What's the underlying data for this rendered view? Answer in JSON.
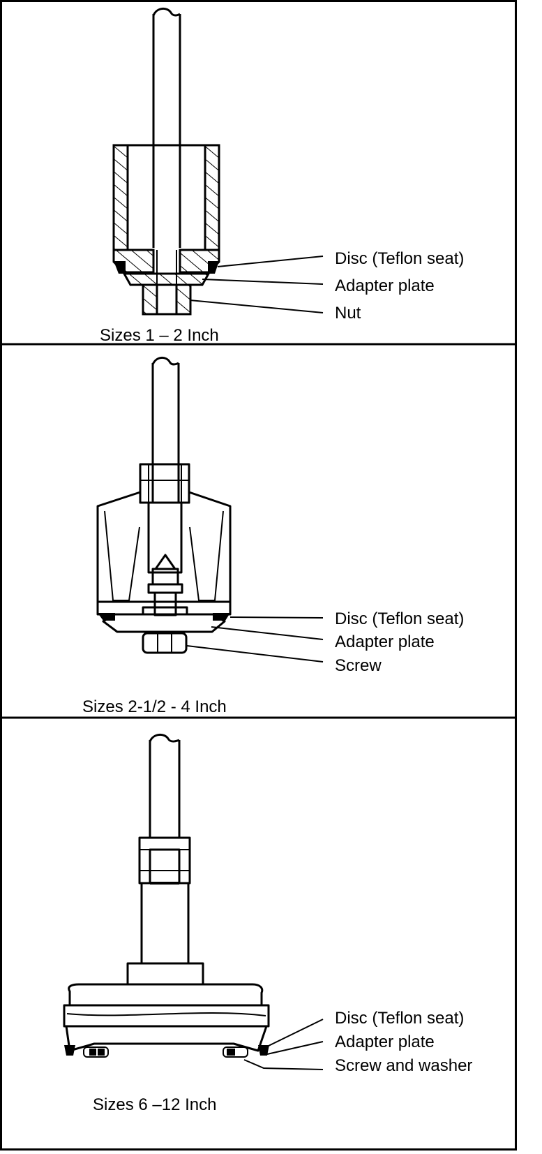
{
  "panels": [
    {
      "caption": "Sizes 1 – 2 Inch",
      "callouts": [
        "Disc (Teflon seat)",
        "Adapter plate",
        "Nut"
      ]
    },
    {
      "caption": "Sizes 2-1/2 - 4 Inch",
      "callouts": [
        "Disc (Teflon seat)",
        "Adapter plate",
        "Screw"
      ]
    },
    {
      "caption": "Sizes 6 –12 Inch",
      "callouts": [
        "Disc (Teflon seat)",
        "Adapter plate",
        "Screw and washer"
      ]
    }
  ]
}
